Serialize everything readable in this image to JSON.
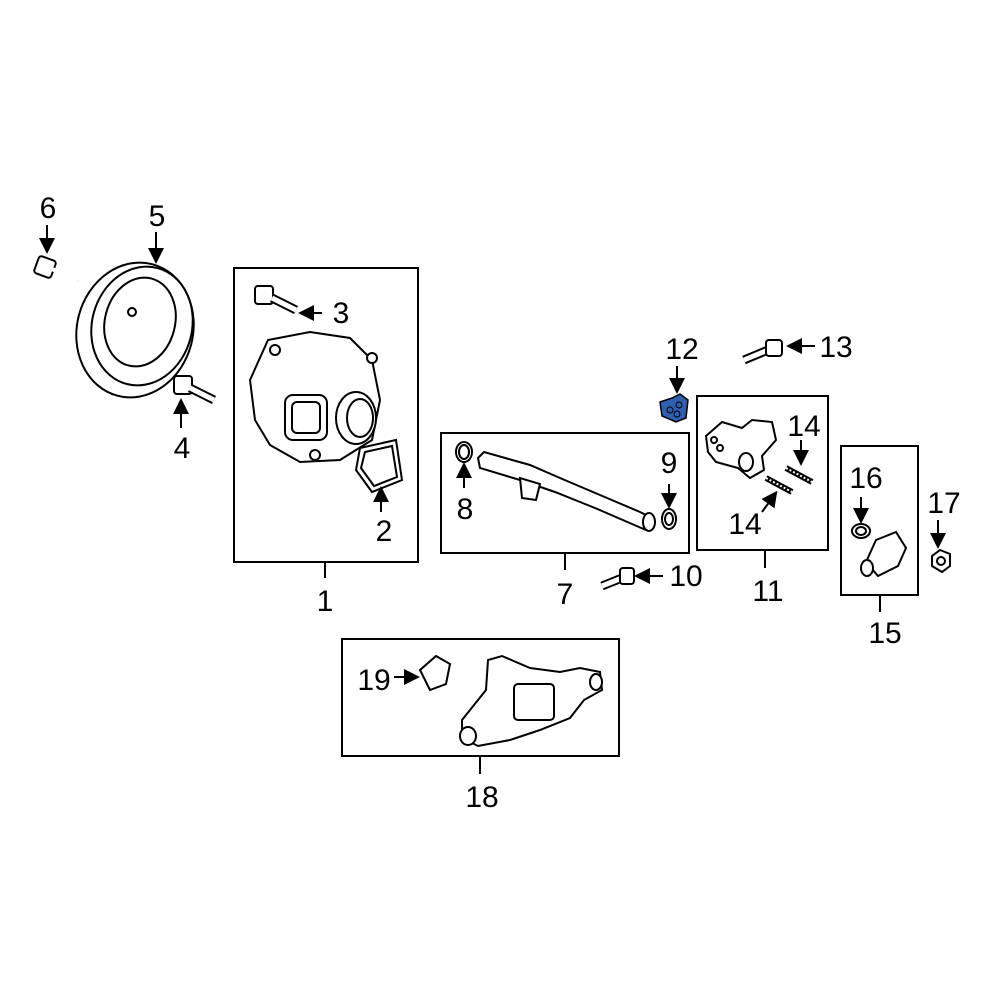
{
  "diagram": {
    "highlight_color": "#2f5fb0",
    "callouts": {
      "c1": "1",
      "c2": "2",
      "c3": "3",
      "c4": "4",
      "c5": "5",
      "c6": "6",
      "c7": "7",
      "c8": "8",
      "c9": "9",
      "c10": "10",
      "c11": "11",
      "c12": "12",
      "c13": "13",
      "c14a": "14",
      "c14b": "14",
      "c15": "15",
      "c16": "16",
      "c17": "17",
      "c18": "18",
      "c19": "19"
    }
  }
}
